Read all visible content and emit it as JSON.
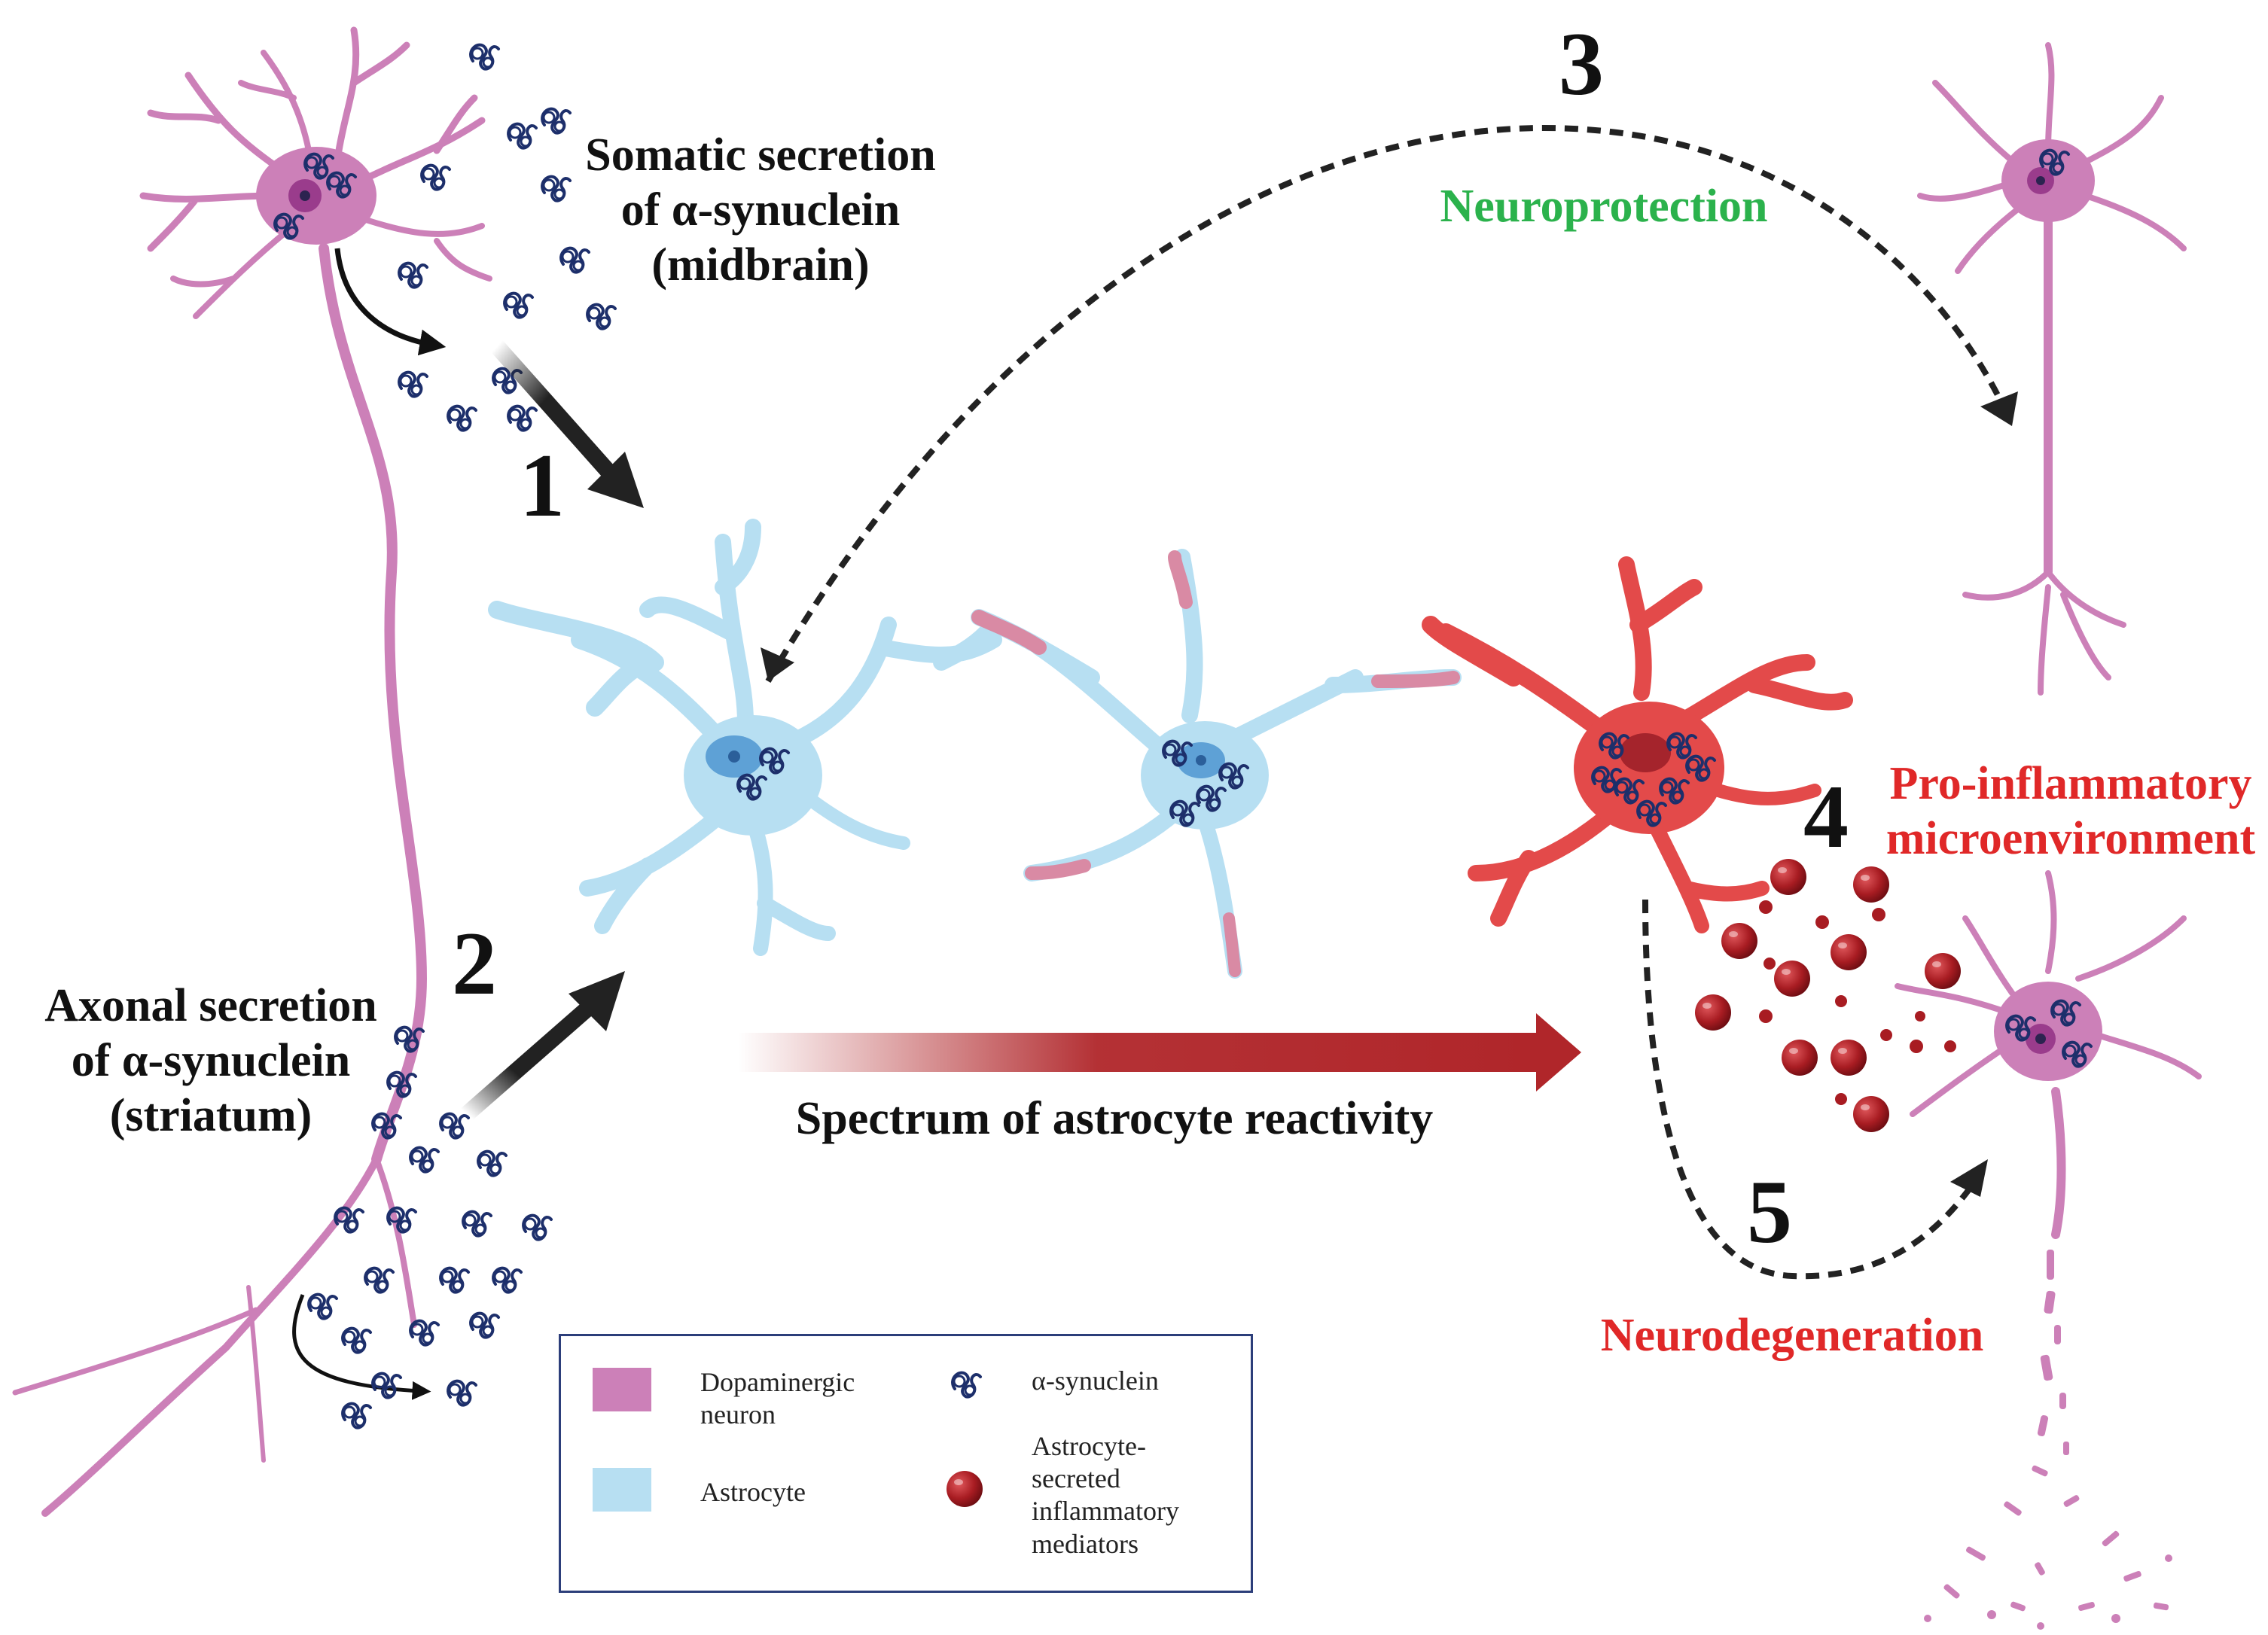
{
  "labels": {
    "somatic": [
      "Somatic secretion",
      "of α-synuclein",
      "(midbrain)"
    ],
    "axonal": [
      "Axonal secretion",
      "of α-synuclein",
      "(striatum)"
    ],
    "neuroprotection": "Neuroprotection",
    "proinflammatory": [
      "Pro-inflammatory",
      "microenvironment"
    ],
    "neurodegeneration": "Neurodegeneration",
    "spectrum": "Spectrum of astrocyte reactivity"
  },
  "steps": [
    "1",
    "2",
    "3",
    "4",
    "5"
  ],
  "legend": {
    "items": [
      {
        "label": "Dopaminergic neuron",
        "icon": "pink-swatch"
      },
      {
        "label": "Astrocyte",
        "icon": "blue-swatch"
      },
      {
        "label": "α-synuclein",
        "icon": "synuclein-squiggle-icon"
      },
      {
        "label": "Astrocyte-secreted inflammatory mediators",
        "icon": "red-sphere-icon"
      }
    ]
  },
  "colors": {
    "neuron": "#cc80b8",
    "astrocyte": "#b7dff2",
    "reactive_astrocyte": "#e34a4a",
    "synuclein": "#1d2f6b",
    "mediator": "#a81c22",
    "neuroprotection_text": "#2bb24c",
    "inflammation_text": "#e02828",
    "legend_border": "#2c3e7a"
  }
}
